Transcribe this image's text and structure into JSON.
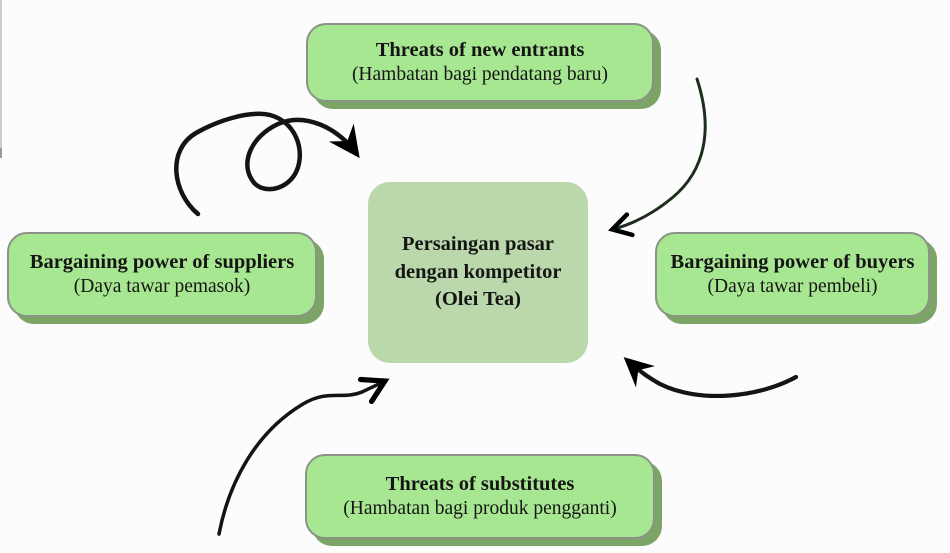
{
  "page": {
    "background": "#fcfcfc",
    "edge_line_color": "#cbcbcb"
  },
  "colors": {
    "outer_box_fill": "#a8e792",
    "outer_box_border": "#8b9287",
    "outer_box_shadow": "#7da467",
    "center_box_fill": "#bad8ab",
    "text": "#151515",
    "arrow_black": "#141414",
    "arrow_dark_green": "#1d2f1c"
  },
  "center_box": {
    "lines": [
      "Persaingan pasar",
      "dengan kompetitor",
      "(Olei Tea)"
    ]
  },
  "boxes": [
    {
      "id": "top",
      "title": "Threats of new entrants",
      "subtitle": "(Hambatan bagi pendatang baru)"
    },
    {
      "id": "left",
      "title": "Bargaining power of suppliers",
      "subtitle": "(Daya tawar pemasok)"
    },
    {
      "id": "right",
      "title": "Bargaining power of buyers",
      "subtitle": "(Daya tawar pembeli)"
    },
    {
      "id": "bottom",
      "title": "Threats of substitutes",
      "subtitle": "(Hambatan bagi produk pengganti)"
    }
  ],
  "arrows": [
    {
      "name": "curled-arrow-top-left",
      "direction": "points to center box upper-left"
    },
    {
      "name": "curved-arrow-top-right",
      "direction": "points to center box right side"
    },
    {
      "name": "curved-arrow-bottom-right",
      "direction": "points to center box lower-right"
    },
    {
      "name": "curved-arrow-bottom-left",
      "direction": "points to center box lower-left"
    }
  ]
}
